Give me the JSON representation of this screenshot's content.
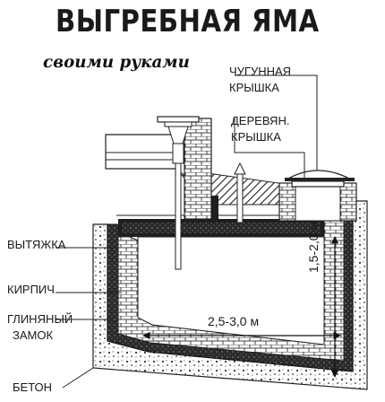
{
  "title": "ВЫГРЕБНАЯ ЯМА",
  "subtitle": "своими руками",
  "labels": {
    "cast_iron_cover": [
      "ЧУГУННАЯ",
      "КРЫШКА"
    ],
    "wooden_cover": [
      "ДЕРЕВЯН.",
      "КРЫШКА"
    ],
    "vent": "ВЫТЯЖКА",
    "brick": "КИРПИЧ",
    "clay_lock": [
      "ГЛИНЯНЫЙ",
      "ЗАМОК"
    ],
    "concrete": "БЕТОН"
  },
  "dimensions": {
    "width": "2,5-3,0 м",
    "depth": "1,5-2,0 м"
  }
}
